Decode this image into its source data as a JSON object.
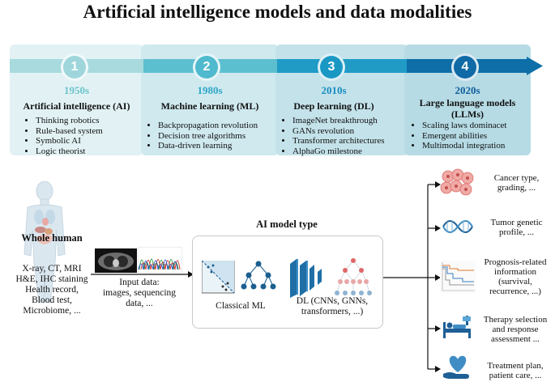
{
  "title": "Artificial intelligence models and data modalities",
  "timeline": [
    {
      "number": "1",
      "year": "1950s",
      "era": "Artificial intelligence (AI)",
      "bullets": [
        "Thinking robotics",
        "Rule-based system",
        "Symbolic AI",
        "Logic theorist"
      ]
    },
    {
      "number": "2",
      "year": "1980s",
      "era": "Machine learning (ML)",
      "bullets": [
        "Backpropagation revolution",
        "Decision tree algorithms",
        "Data-driven learning"
      ]
    },
    {
      "number": "3",
      "year": "2010s",
      "era": "Deep learning (DL)",
      "bullets": [
        "ImageNet breakthrough",
        "GANs revolution",
        "Transformer architectures",
        "AlphaGo milestone"
      ]
    },
    {
      "number": "4",
      "year": "2020s",
      "era": "Large language models (LLMs)",
      "bullets": [
        "Scaling laws dominacet",
        "Emergent abilities",
        "Multimodal integration"
      ]
    }
  ],
  "colors": {
    "panel1": "#e2f2f4",
    "panel2": "#cfe9ef",
    "panel3": "#c4e2ea",
    "panel4": "#b6dbe5",
    "arrow1": "#a8dade",
    "arrow2": "#5cbfd0",
    "arrow3": "#1f9bc6",
    "arrow4": "#0d6ea8",
    "circle1": "#9fd6dc",
    "circle2": "#4fb9cd",
    "circle3": "#1a98c4",
    "circle4": "#0f6aa6",
    "year1": "#6cc3cc",
    "year2": "#2ea7c6",
    "year3": "#178cc0",
    "year4": "#0f5f9c"
  },
  "whole_human": {
    "label": "Whole human",
    "modalities": [
      "X-ray, CT, MRI",
      "H&E, IHC staining",
      "Health record,",
      "Blood test,",
      "Microbiome, ..."
    ]
  },
  "input": {
    "lines": [
      "Input data:",
      "images, sequencing",
      "data, ..."
    ]
  },
  "model": {
    "title": "AI model type",
    "classical": "Classical ML",
    "dl_lines": [
      "DL (CNNs, GNNs,",
      "transformers, ...)"
    ]
  },
  "outputs": [
    {
      "icon": "cells-icon",
      "lines": [
        "Cancer type,",
        "grading, ..."
      ]
    },
    {
      "icon": "dna-icon",
      "lines": [
        "Tumor genetic",
        "profile, ..."
      ]
    },
    {
      "icon": "survival-curve-icon",
      "lines": [
        "Prognosis-related",
        "information",
        "(survival,",
        "recurrence, ...)"
      ]
    },
    {
      "icon": "hospital-bed-icon",
      "lines": [
        "Therapy selection",
        "and response",
        "assessment ..."
      ]
    },
    {
      "icon": "heart-hand-icon",
      "lines": [
        "Treatment plan,",
        "patient care, ..."
      ]
    }
  ]
}
